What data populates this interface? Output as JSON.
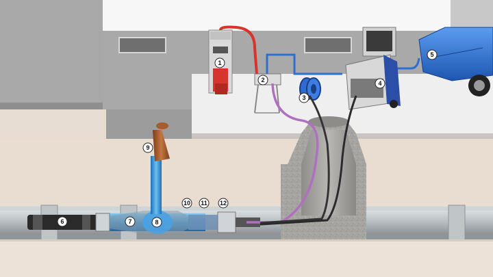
{
  "callouts": [
    {
      "id": "1",
      "label": "1"
    },
    {
      "id": "2",
      "label": "2"
    },
    {
      "id": "3",
      "label": "3"
    },
    {
      "id": "4",
      "label": "4"
    },
    {
      "id": "5",
      "label": "5"
    },
    {
      "id": "6",
      "label": "6"
    },
    {
      "id": "7",
      "label": "7"
    },
    {
      "id": "8",
      "label": "8"
    },
    {
      "id": "9",
      "label": "9"
    },
    {
      "id": "10",
      "label": "10"
    },
    {
      "id": "11",
      "label": "11"
    },
    {
      "id": "12",
      "label": "12"
    }
  ],
  "colors": {
    "ground": "#e6dcd2",
    "building_wall": "#a9a9a9",
    "platform": "#eeeeee",
    "pipe": "#b9bfc3",
    "lining_blue": "#2f8fd6",
    "trailer_blue": "#2d72d2",
    "heater_red": "#d6342c",
    "hose_purple": "#b070c0",
    "manhole_concrete": "#a7a5a2"
  }
}
